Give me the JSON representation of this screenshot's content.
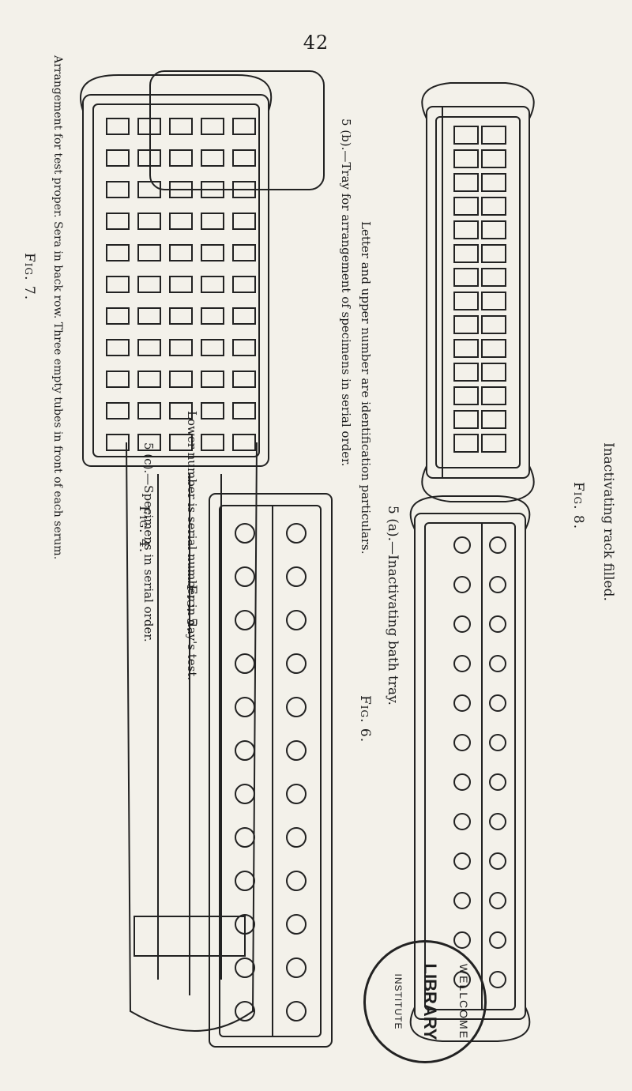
{
  "page_number": "42",
  "figures": [
    {
      "id": "fig4",
      "label": "Fig. 4."
    },
    {
      "id": "fig5",
      "label": "Fig. 5.",
      "captions": [
        "5 (c).—Specimens in serial order.",
        "Lower number is serial number in day's test."
      ]
    },
    {
      "id": "fig5b",
      "label": "Fig. 5.",
      "captions": [
        "5 (b).—Tray for arrangement of specimens in serial order.",
        "Letter and upper number are identification particulars."
      ]
    },
    {
      "id": "fig6",
      "label": "Fig. 6."
    },
    {
      "id": "fig6b",
      "captions": [
        "5 (a).—Inactivating bath tray."
      ]
    },
    {
      "id": "fig7",
      "label": "Fig. 7.",
      "captions": [
        "Arrangement for test proper.  Sera in back row.  Three empty tubes in front of each serum."
      ]
    },
    {
      "id": "fig8",
      "label": "Fig. 8.",
      "captions": [
        "Inactivating rack filled."
      ]
    }
  ],
  "stamp": {
    "top": "WELLCOME",
    "middle": "LIBRARY",
    "bottom": "INSTITUTE"
  }
}
